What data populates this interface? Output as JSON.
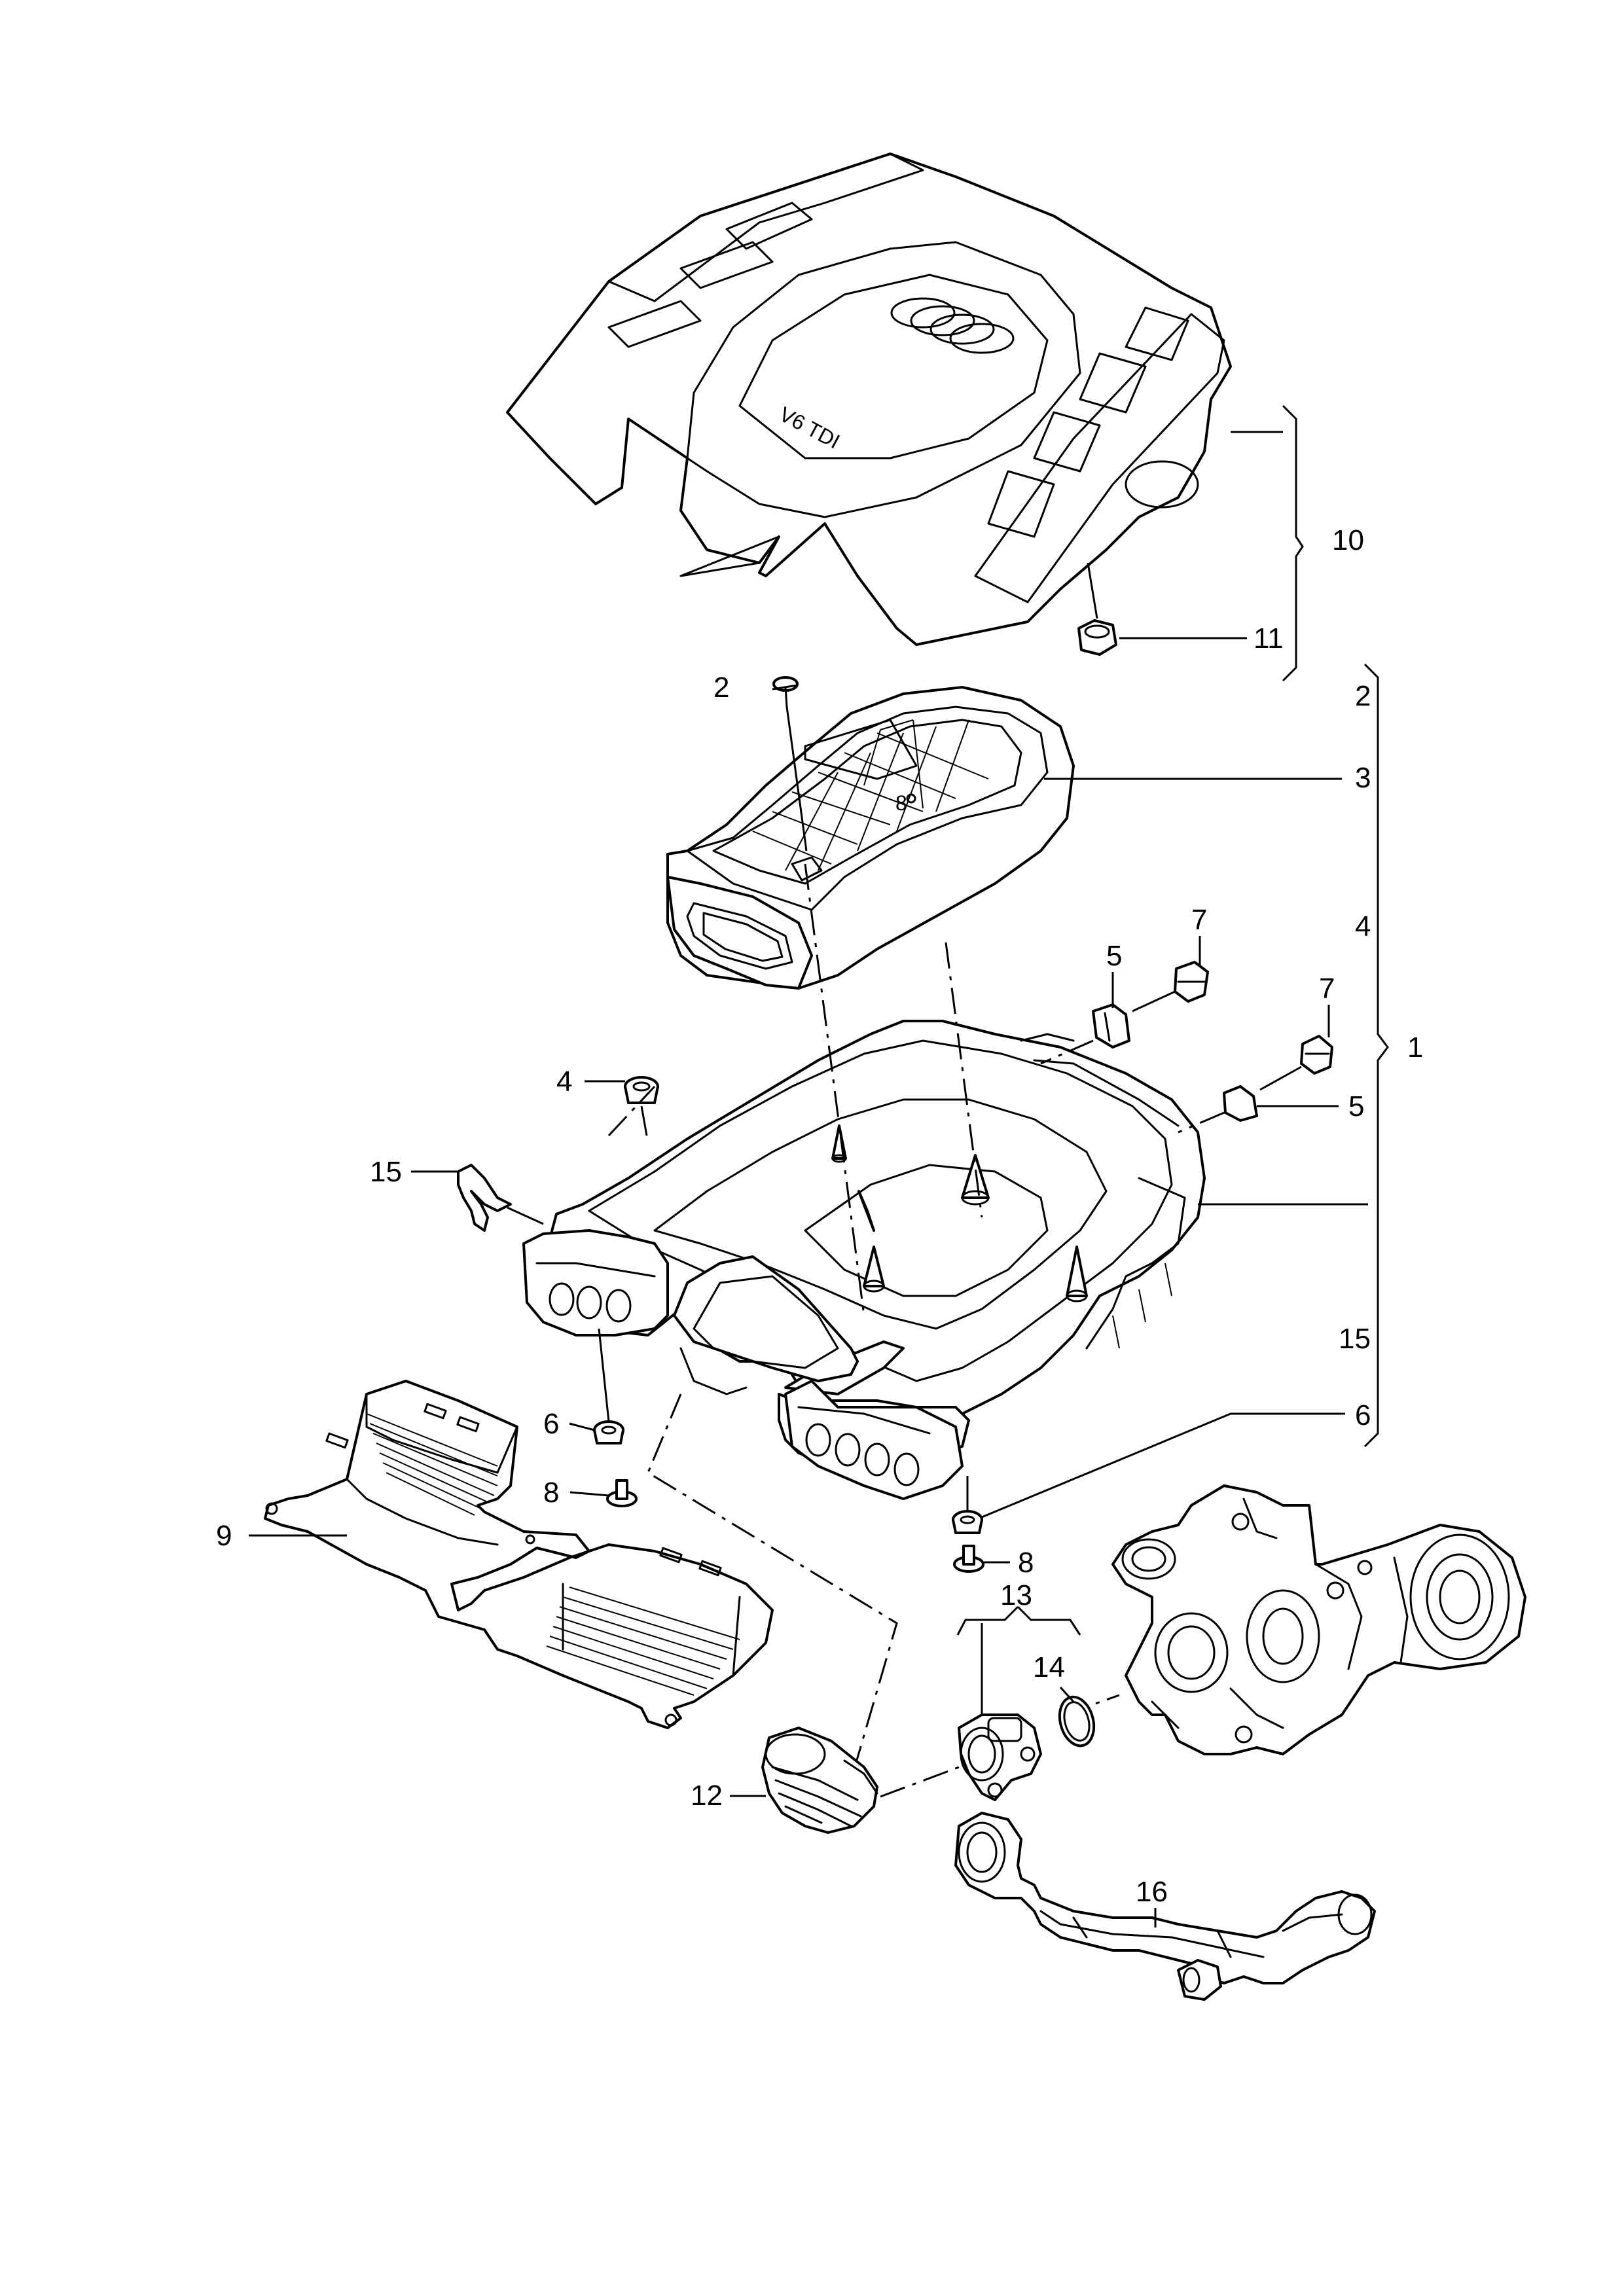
{
  "callouts": {
    "c1": "1",
    "c2_left": "2",
    "c2_right": "2",
    "c3": "3",
    "c4_left": "4",
    "c4_right": "4",
    "c5_top": "5",
    "c5_right": "5",
    "c6_left": "6",
    "c6_right": "6",
    "c7_a": "7",
    "c7_b": "7",
    "c8_inner": "8",
    "c8_left": "8",
    "c8_right": "8",
    "c9": "9",
    "c10": "10",
    "c11": "11",
    "c12": "12",
    "c13": "13",
    "c14": "14",
    "c15_left": "15",
    "c15_right": "15",
    "c16": "16"
  },
  "engine_cover_badge": "V6 TDI"
}
